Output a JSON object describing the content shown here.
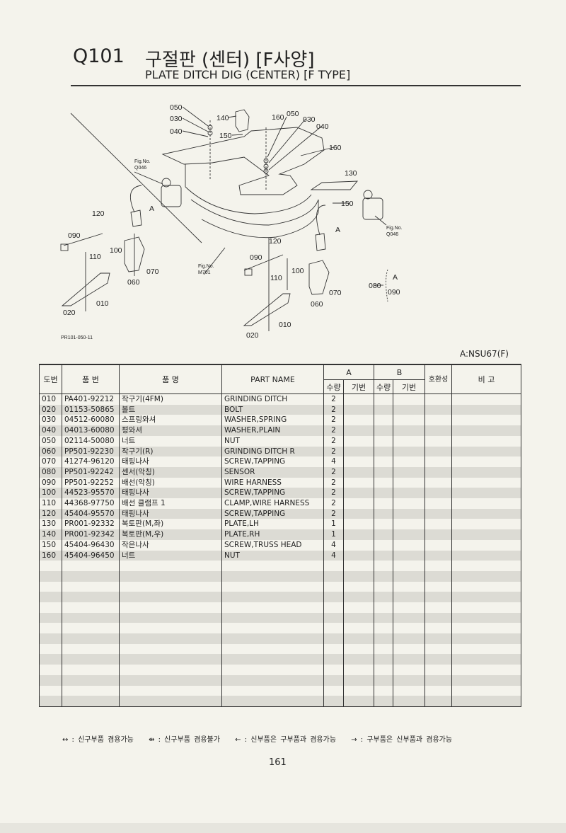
{
  "header": {
    "code": "Q101",
    "title_ko": "구절판 (센터) [F사양]",
    "title_en": "PLATE DITCH DIG (CENTER) [F TYPE]"
  },
  "diagram": {
    "drawing_id": "PR101-050-11",
    "fig_ref_label": "Fig.No.",
    "fig_q046": "Q046",
    "fig_m701": "M701",
    "callouts": [
      "010",
      "020",
      "030",
      "040",
      "050",
      "060",
      "070",
      "080",
      "090",
      "100",
      "110",
      "120",
      "130",
      "140",
      "150",
      "160",
      "A"
    ]
  },
  "variant_note": "A:NSU67(F)",
  "table": {
    "headers": {
      "ref": "도번",
      "part_no": "품    번",
      "name_ko": "품        명",
      "part_name": "PART NAME",
      "group_a": "A",
      "group_b": "B",
      "qty": "수량",
      "serial": "기번",
      "compat": "호환성",
      "remarks": "비        고"
    },
    "rows": [
      {
        "ref": "010",
        "part_no": "PA401-92212",
        "name_ko": "작구기(4FM)",
        "part_name": "GRINDING DITCH",
        "qty_a": "2"
      },
      {
        "ref": "020",
        "part_no": "01153-50865",
        "name_ko": "볼트",
        "part_name": "BOLT",
        "qty_a": "2"
      },
      {
        "ref": "030",
        "part_no": "04512-60080",
        "name_ko": "스프링와셔",
        "part_name": "WASHER,SPRING",
        "qty_a": "2"
      },
      {
        "ref": "040",
        "part_no": "04013-60080",
        "name_ko": "평와셔",
        "part_name": "WASHER,PLAIN",
        "qty_a": "2"
      },
      {
        "ref": "050",
        "part_no": "02114-50080",
        "name_ko": "너트",
        "part_name": "NUT",
        "qty_a": "2"
      },
      {
        "ref": "060",
        "part_no": "PP501-92230",
        "name_ko": "작구기(R)",
        "part_name": "GRINDING DITCH R",
        "qty_a": "2"
      },
      {
        "ref": "070",
        "part_no": "41274-96120",
        "name_ko": "태핑나사",
        "part_name": "SCREW,TAPPING",
        "qty_a": "4"
      },
      {
        "ref": "080",
        "part_no": "PP501-92242",
        "name_ko": "센서(악칭)",
        "part_name": "SENSOR",
        "qty_a": "2"
      },
      {
        "ref": "090",
        "part_no": "PP501-92252",
        "name_ko": "배선(악칭)",
        "part_name": "WIRE HARNESS",
        "qty_a": "2"
      },
      {
        "ref": "100",
        "part_no": "44523-95570",
        "name_ko": "태핑나사",
        "part_name": "SCREW,TAPPING",
        "qty_a": "2"
      },
      {
        "ref": "110",
        "part_no": "44368-97750",
        "name_ko": "배선 클램프 1",
        "part_name": "CLAMP,WIRE HARNESS",
        "qty_a": "2"
      },
      {
        "ref": "120",
        "part_no": "45404-95570",
        "name_ko": "태핑나사",
        "part_name": "SCREW,TAPPING",
        "qty_a": "2"
      },
      {
        "ref": "130",
        "part_no": "PR001-92332",
        "name_ko": "복토판(M,좌)",
        "part_name": "PLATE,LH",
        "qty_a": "1"
      },
      {
        "ref": "140",
        "part_no": "PR001-92342",
        "name_ko": "복토판(M,우)",
        "part_name": "PLATE,RH",
        "qty_a": "1"
      },
      {
        "ref": "150",
        "part_no": "45404-96430",
        "name_ko": "작은나사",
        "part_name": "SCREW,TRUSS HEAD",
        "qty_a": "4"
      },
      {
        "ref": "160",
        "part_no": "45404-96450",
        "name_ko": "너트",
        "part_name": "NUT",
        "qty_a": "4"
      }
    ]
  },
  "legend": [
    "↔ : 신구부품 겸용가능",
    "⇹ : 신구부품 겸용불가",
    "← : 신부품은 구부품과 겸용가능",
    "→ : 구부품은 신부품과 겸용가능"
  ],
  "page_number": "161"
}
